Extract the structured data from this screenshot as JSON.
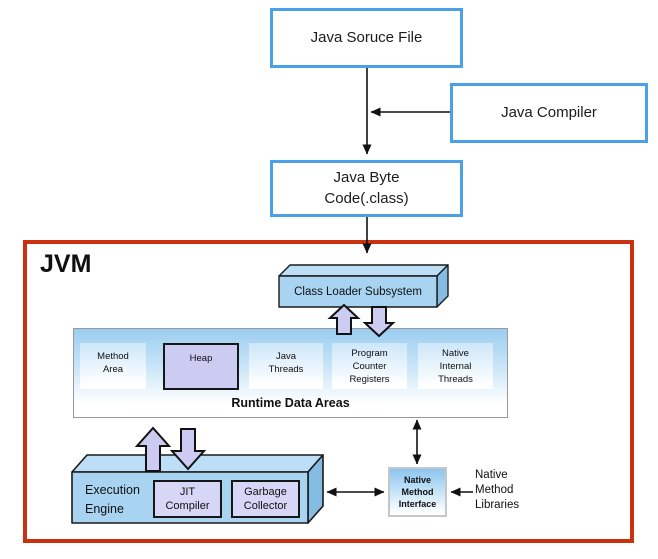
{
  "nodes": {
    "java_source": {
      "label": "Java Soruce File"
    },
    "java_compiler": {
      "label": "Java Compiler"
    },
    "java_bytecode": {
      "label": "Java Byte\nCode(.class)"
    },
    "jvm": {
      "label": "JVM"
    },
    "class_loader": {
      "label": "Class Loader Subsystem"
    },
    "runtime": {
      "label": "Runtime Data Areas",
      "areas": [
        {
          "label": "Method\nArea"
        },
        {
          "label": "Heap"
        },
        {
          "label": "Java\nThreads"
        },
        {
          "label": "Program\nCounter\nRegisters"
        },
        {
          "label": "Native\nInternal\nThreads"
        }
      ]
    },
    "execution_engine": {
      "label": "Execution\nEngine"
    },
    "jit_compiler": {
      "label": "JIT\nCompiler"
    },
    "garbage_collector": {
      "label": "Garbage\nCollector"
    },
    "native_method_interface": {
      "label": "Native\nMethod\nInterface"
    },
    "native_method_libraries": {
      "label": "Native\nMethod\nLibraries"
    }
  },
  "edges": [
    {
      "from": "Java Soruce File",
      "to": "Java Byte Code(.class)",
      "style": "arrow-down"
    },
    {
      "from": "Java Compiler",
      "to": "source-to-bytecode-flow",
      "style": "arrow-left"
    },
    {
      "from": "Java Byte Code(.class)",
      "to": "Class Loader Subsystem",
      "style": "arrow-down"
    },
    {
      "from": "Class Loader Subsystem",
      "to": "Runtime Data Areas",
      "style": "block-arrows-up-down"
    },
    {
      "from": "Runtime Data Areas",
      "to": "Execution Engine",
      "style": "block-arrows-up-down"
    },
    {
      "from": "Runtime Data Areas",
      "to": "Native Method Interface",
      "style": "double-headed-arrow"
    },
    {
      "from": "Execution Engine",
      "to": "Native Method Interface",
      "style": "double-headed-arrow"
    },
    {
      "from": "Native Method Libraries",
      "to": "Native Method Interface",
      "style": "arrow-left"
    }
  ],
  "colors": {
    "box_border_blue": "#4aa1e8",
    "jvm_border_red": "#c9310f",
    "fill_blue_front": "#a8d4f2",
    "fill_blue_top": "#bcdef6",
    "fill_blue_side": "#84bce4",
    "fill_lavender": "#ccccf2",
    "fill_lavender_inner": "#d6d6f6",
    "runtime_gradient_top": "#9bcdf0",
    "nmi_gradient_top": "#8cc5ef",
    "line_black": "#111111"
  }
}
